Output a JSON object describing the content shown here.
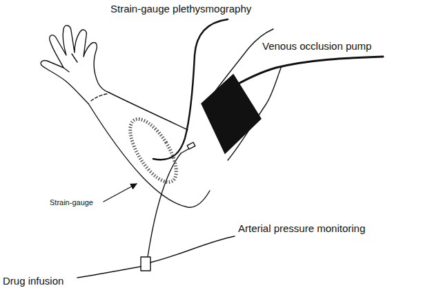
{
  "diagram": {
    "labels": [
      "Strain-gauge plethysmography",
      "Venous occlusion pump",
      "Strain-gauge",
      "Arterial pressure monitoring",
      "Drug infusion"
    ]
  }
}
